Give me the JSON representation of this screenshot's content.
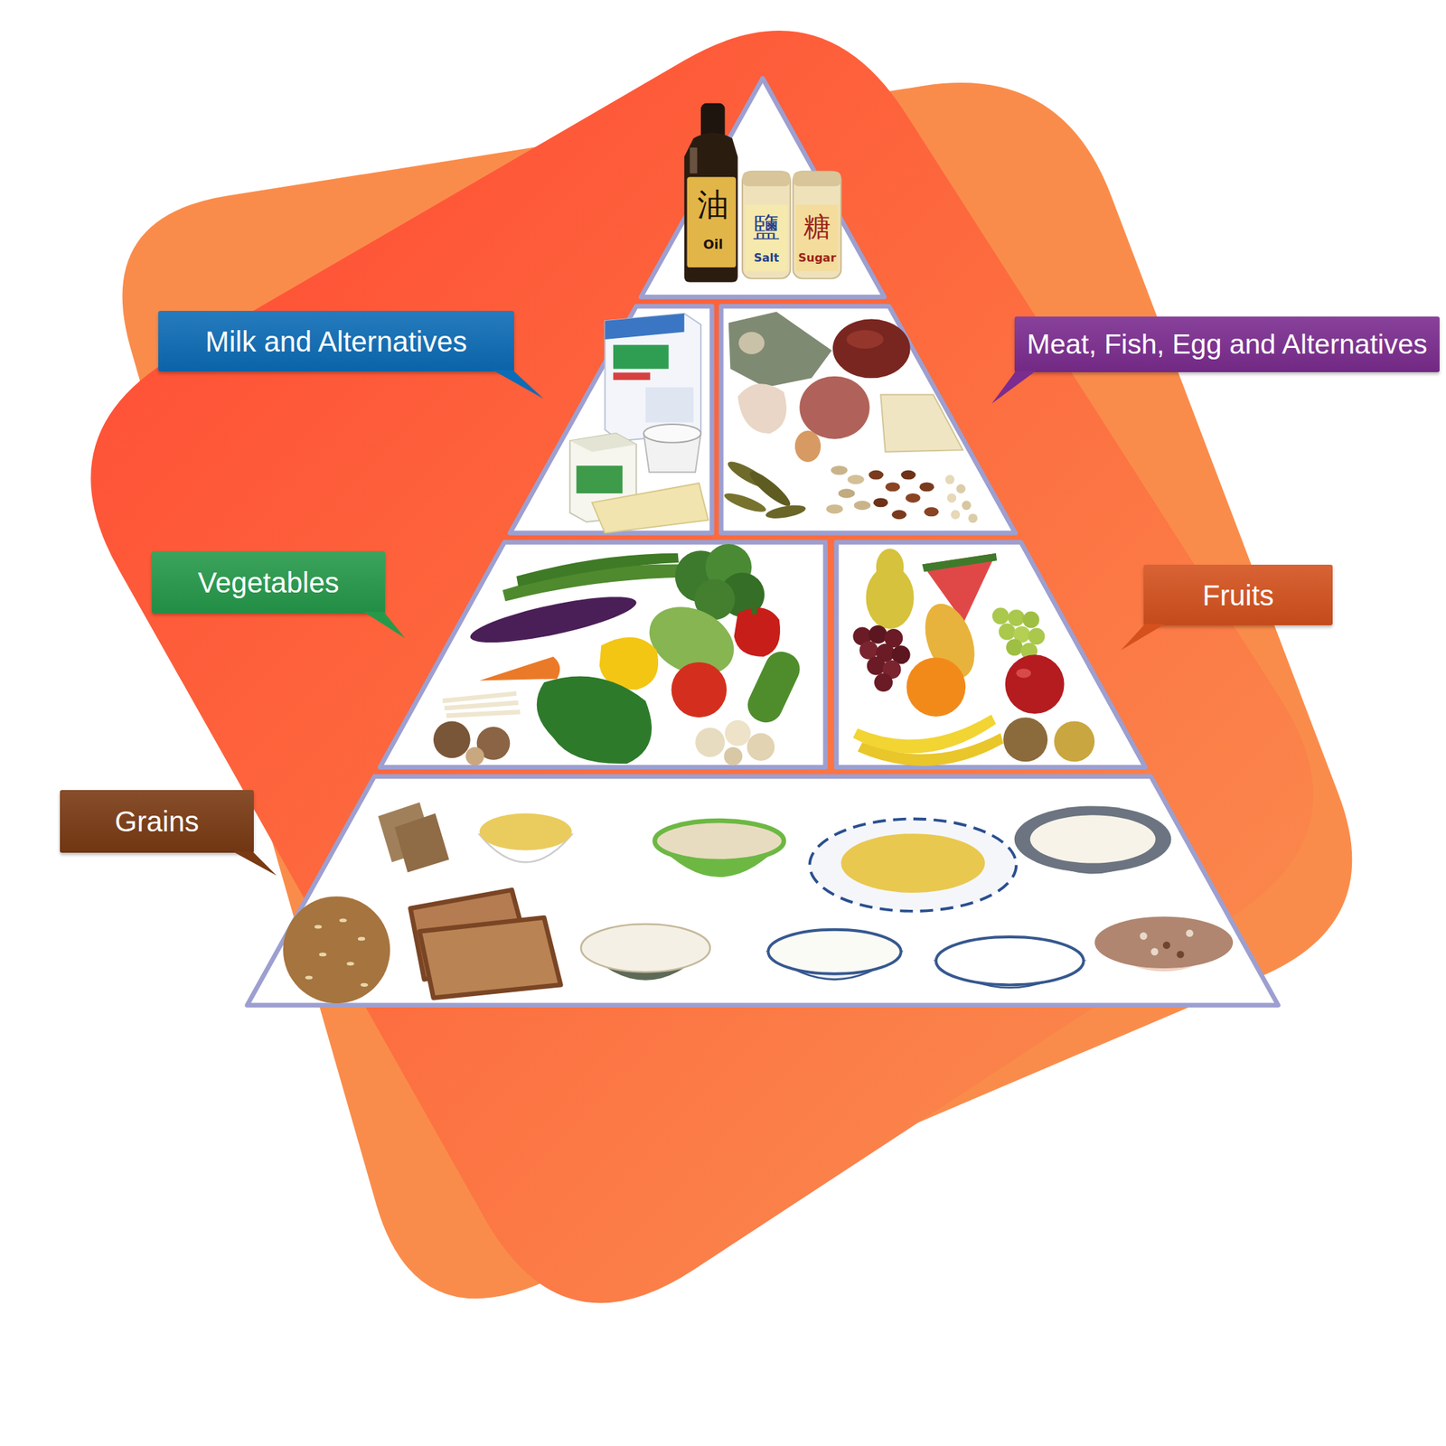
{
  "diagram": {
    "nodes": [
      {
        "text": [
          "Milk and Alternatives"
        ]
      },
      {
        "text": [
          "Meat, Fish, Egg and Alternatives"
        ]
      },
      {
        "text": [
          "Vegetables"
        ]
      },
      {
        "text": [
          "Fruits"
        ]
      },
      {
        "text": [
          "Grains"
        ]
      }
    ],
    "labels": [
      "油",
      "Oil",
      "鹽",
      "Salt",
      "糖",
      "Sugar"
    ]
  }
}
